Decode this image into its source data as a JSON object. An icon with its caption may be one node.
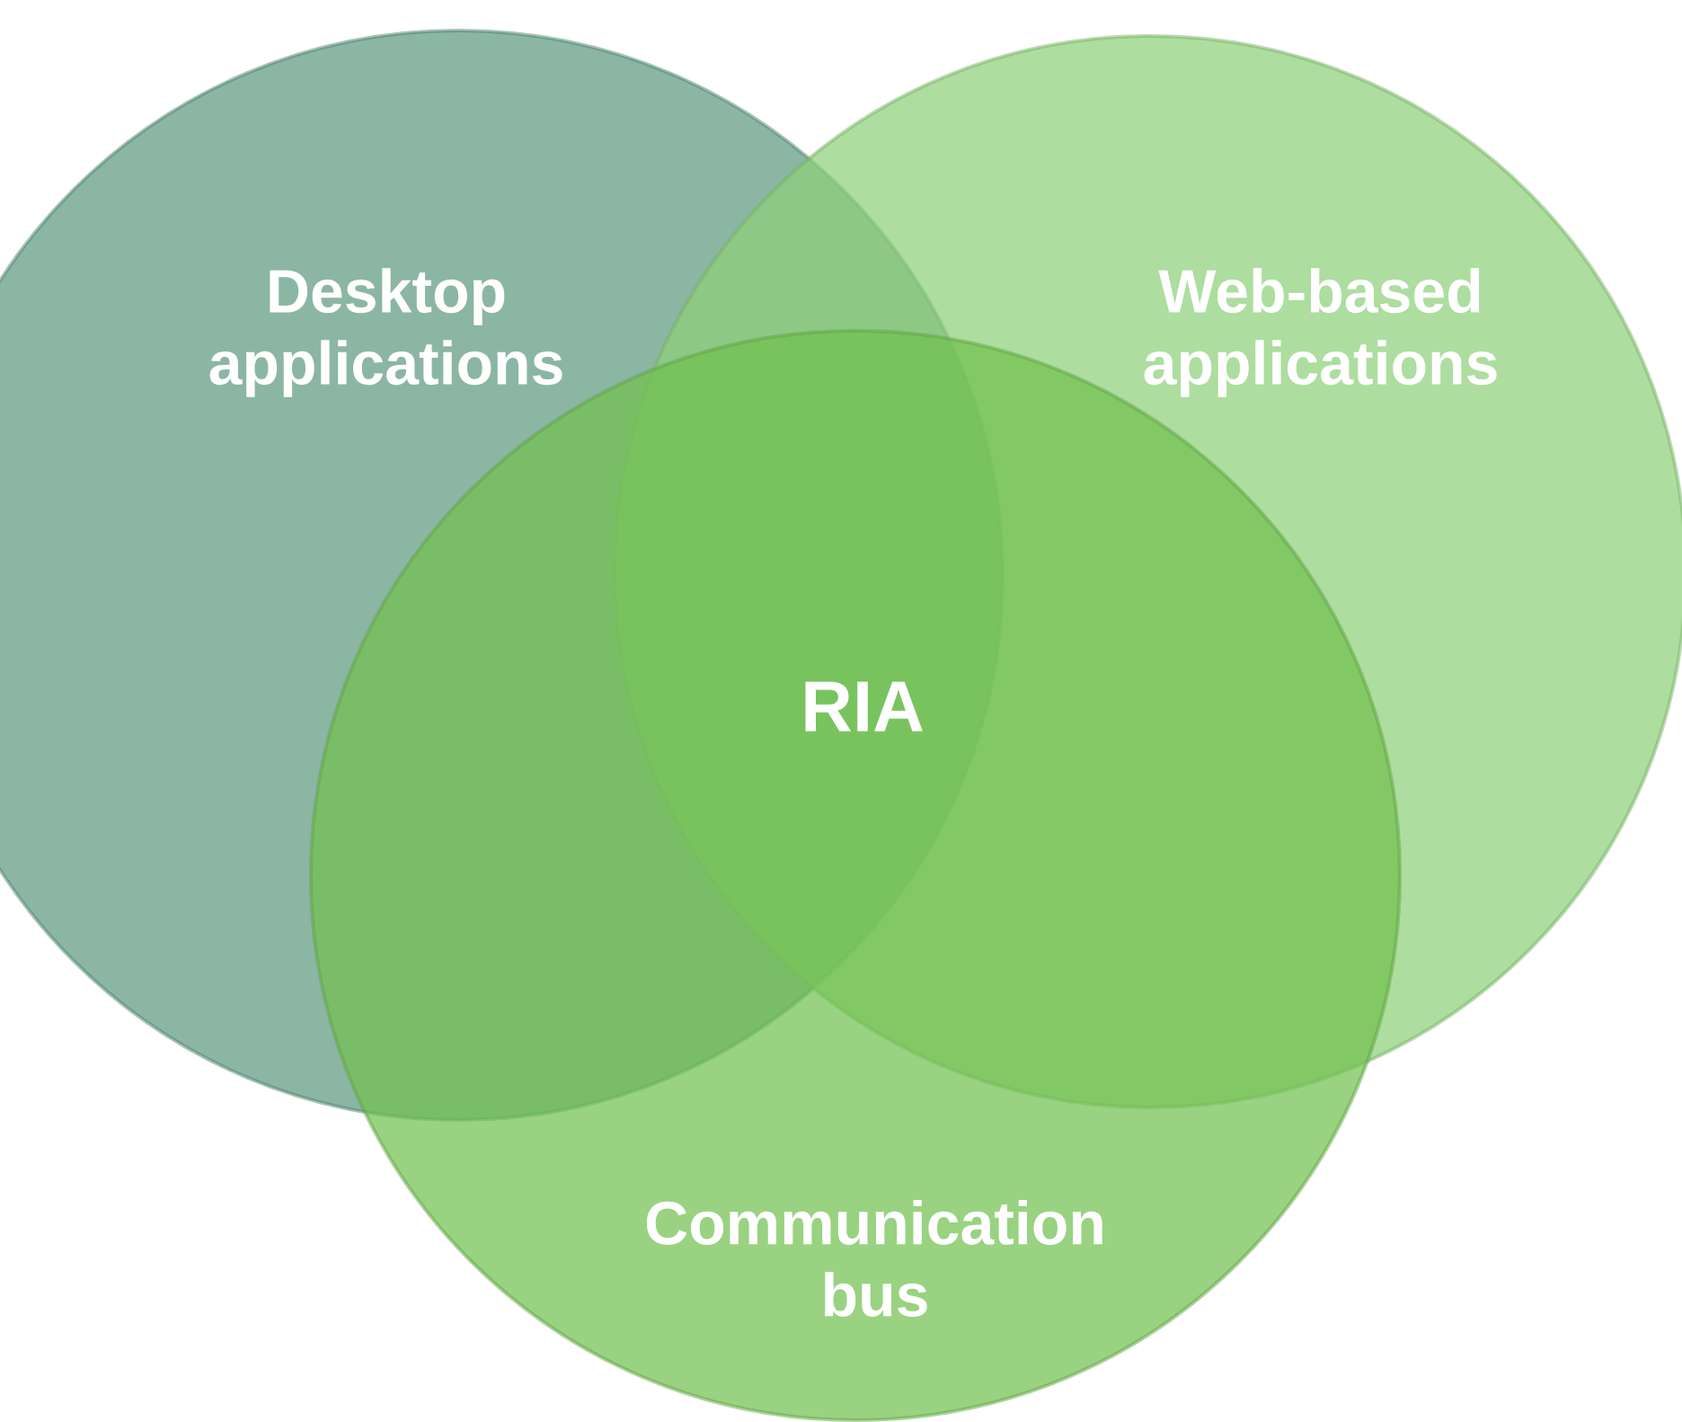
{
  "diagram": {
    "nodes": [
      {
        "text": [
          "Desktop applications"
        ]
      },
      {
        "text": [
          "Web-based applications"
        ]
      },
      {
        "text": [
          "Communication bus"
        ]
      }
    ],
    "labels": [
      "RIA"
    ]
  }
}
